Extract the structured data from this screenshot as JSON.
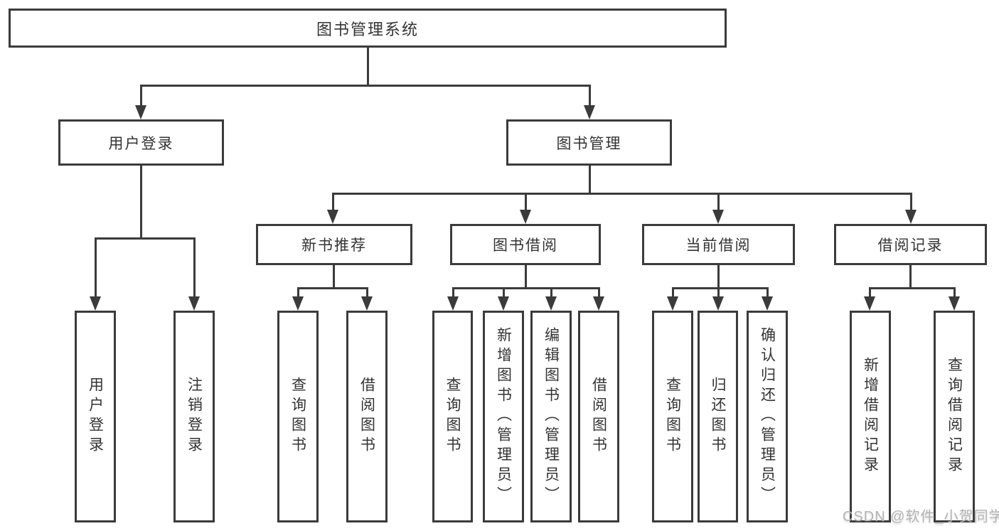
{
  "diagram": {
    "root": {
      "label": "图书管理系统"
    },
    "branches": [
      {
        "label": "用户登录",
        "leaves": [
          {
            "label": "用户登录"
          },
          {
            "label": "注销登录"
          }
        ]
      },
      {
        "label": "图书管理",
        "groups": [
          {
            "label": "新书推荐",
            "leaves": [
              {
                "label": "查询图书"
              },
              {
                "label": "借阅图书"
              }
            ]
          },
          {
            "label": "图书借阅",
            "leaves": [
              {
                "label": "查询图书"
              },
              {
                "label": "新增图书（管理员）"
              },
              {
                "label": "编辑图书（管理员）"
              },
              {
                "label": "借阅图书"
              }
            ]
          },
          {
            "label": "当前借阅",
            "leaves": [
              {
                "label": "查询图书"
              },
              {
                "label": "归还图书"
              },
              {
                "label": "确认归还（管理员）"
              }
            ]
          },
          {
            "label": "借阅记录",
            "leaves": [
              {
                "label": "新增借阅记录"
              },
              {
                "label": "查询借阅记录"
              }
            ]
          }
        ]
      }
    ],
    "watermark": "CSDN @软件_小贺同学",
    "colors": {
      "line": "#3b3b3b",
      "text": "#333333",
      "watermark": "#b5b5b5",
      "background": "#ffffff"
    }
  }
}
